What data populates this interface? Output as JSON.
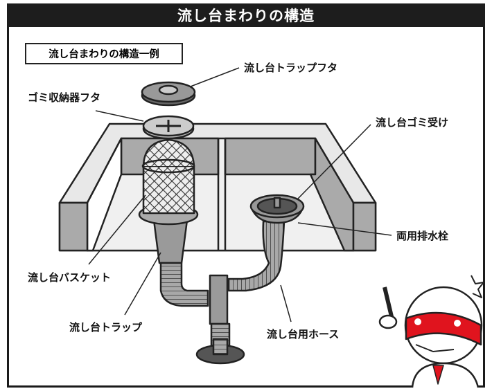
{
  "title": "流し台まわりの構造",
  "subtitle": "流し台まわりの構造一例",
  "labels": {
    "trap_lid": "流し台トラップフタ",
    "garbage_lid": "ゴミ収納器フタ",
    "garbage_receiver": "流し台ゴミ受け",
    "drain_plug": "両用排水栓",
    "basket": "流し台バスケット",
    "trap": "流し台トラップ",
    "hose": "流し台用ホース"
  },
  "colors": {
    "headband": "#e0141e",
    "frame": "#1a1a1a",
    "metal": "#9a9a9a"
  }
}
